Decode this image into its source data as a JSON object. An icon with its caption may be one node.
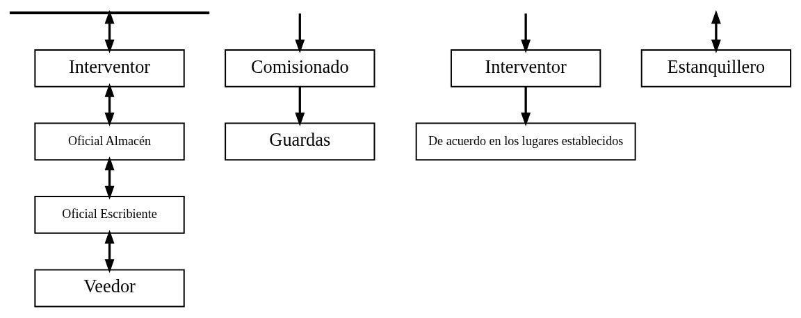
{
  "diagram": {
    "nodes": [
      {
        "text": [],
        "shape": "bar"
      },
      {
        "text": [
          "Interventor"
        ]
      },
      {
        "text": [
          "Oficial Almacén"
        ]
      },
      {
        "text": [
          "Oficial Escribiente"
        ]
      },
      {
        "text": [
          "Veedor"
        ]
      },
      {
        "text": [
          "Comisionado"
        ]
      },
      {
        "text": [
          "Guardas"
        ]
      },
      {
        "text": [
          "Interventor"
        ]
      },
      {
        "text": [
          "De acuerdo en los lugares establecidos"
        ]
      },
      {
        "text": [
          "Estanquillero"
        ]
      }
    ],
    "edges": [
      {
        "from": 0,
        "to": 1,
        "arrow": "both"
      },
      {
        "from": 1,
        "to": 2,
        "arrow": "both"
      },
      {
        "from": 2,
        "to": 3,
        "arrow": "both"
      },
      {
        "from": 3,
        "to": 4,
        "arrow": "both"
      },
      {
        "from": null,
        "to": 5,
        "arrow": "to"
      },
      {
        "from": 5,
        "to": 6,
        "arrow": "to"
      },
      {
        "from": null,
        "to": 7,
        "arrow": "to"
      },
      {
        "from": 7,
        "to": 8,
        "arrow": "to"
      },
      {
        "from": null,
        "to": 9,
        "arrow": "both"
      }
    ]
  }
}
